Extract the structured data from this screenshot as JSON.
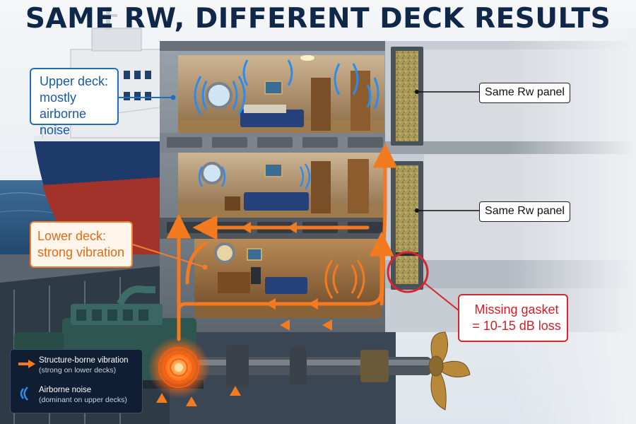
{
  "title": "SAME RW, DIFFERENT DECK RESULTS",
  "callouts": {
    "upper_deck": {
      "line1": "Upper deck:",
      "line2": "mostly",
      "line3": "airborne noise"
    },
    "lower_deck": {
      "line1": "Lower deck:",
      "line2": "strong vibration"
    },
    "gasket": {
      "line1": "Missing gasket",
      "line2": "= 10-15 dB loss"
    }
  },
  "panels": {
    "upper": "Same Rw panel",
    "middle": "Same Rw panel"
  },
  "legend": {
    "structure_borne": {
      "label": "Structure-borne vibration",
      "sub": "(strong on lower decks)"
    },
    "airborne": {
      "label": "Airborne noise",
      "sub": "(dominant on upper decks)"
    }
  },
  "colors": {
    "title": "#0f2748",
    "airborne": "#2b8cf0",
    "vibration": "#f37a1f",
    "gasket": "#d8262e",
    "hull_blue": "#1e3a6b",
    "hull_red": "#a3322b",
    "sea": "#1d4f80"
  }
}
